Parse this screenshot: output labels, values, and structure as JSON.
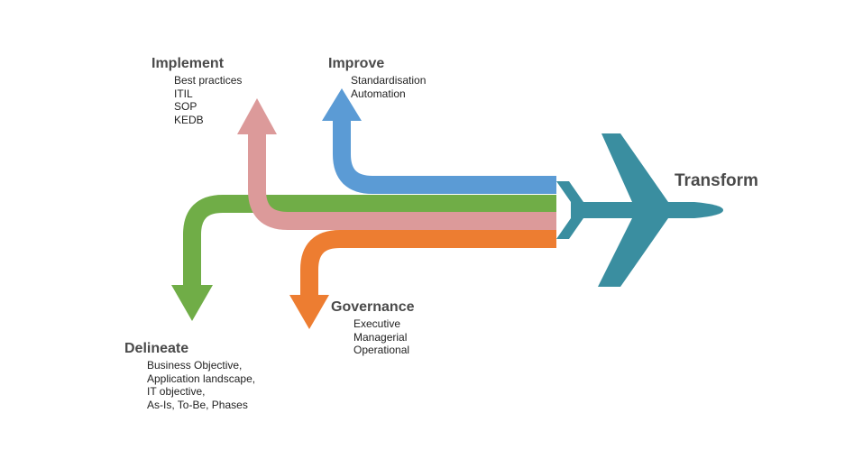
{
  "colors": {
    "implement": "#dc9a9a",
    "improve": "#5b9bd5",
    "delineate": "#70ad47",
    "governance": "#ed7d31",
    "transform": "#3a8ea0"
  },
  "icons": {
    "airplane": "airplane-icon"
  },
  "implement": {
    "heading": "Implement",
    "items": [
      "Best practices",
      "ITIL",
      "SOP",
      "KEDB"
    ]
  },
  "improve": {
    "heading": "Improve",
    "items": [
      "Standardisation",
      "Automation"
    ]
  },
  "governance": {
    "heading": "Governance",
    "items": [
      "Executive",
      "Managerial",
      "Operational"
    ]
  },
  "delineate": {
    "heading": "Delineate",
    "items": [
      "Business Objective,",
      "Application landscape,",
      "IT objective,",
      "As-Is, To-Be, Phases"
    ]
  },
  "transform": {
    "label": "Transform"
  }
}
